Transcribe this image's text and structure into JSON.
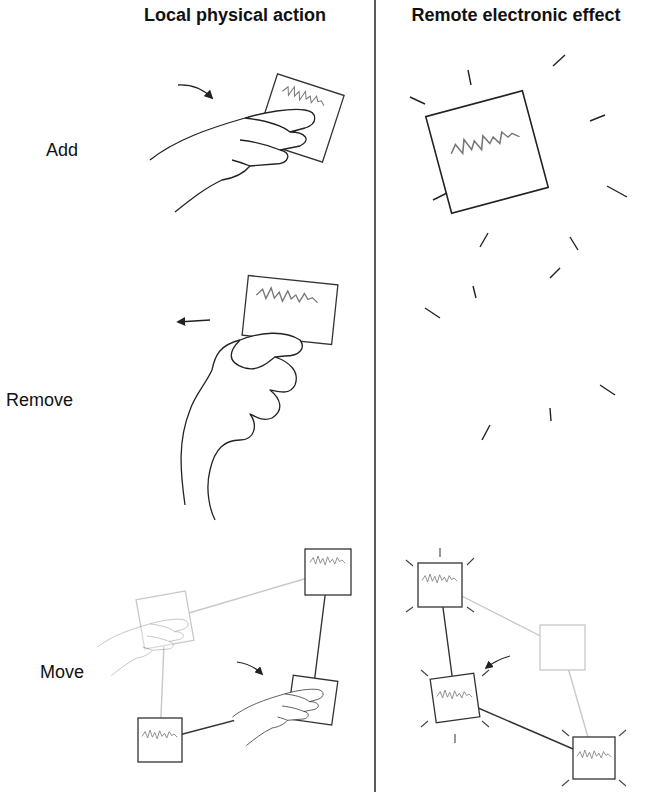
{
  "diagram": {
    "labels": [
      "Local physical action",
      "Remote electronic effect",
      "Add",
      "Remove",
      "Move"
    ]
  }
}
